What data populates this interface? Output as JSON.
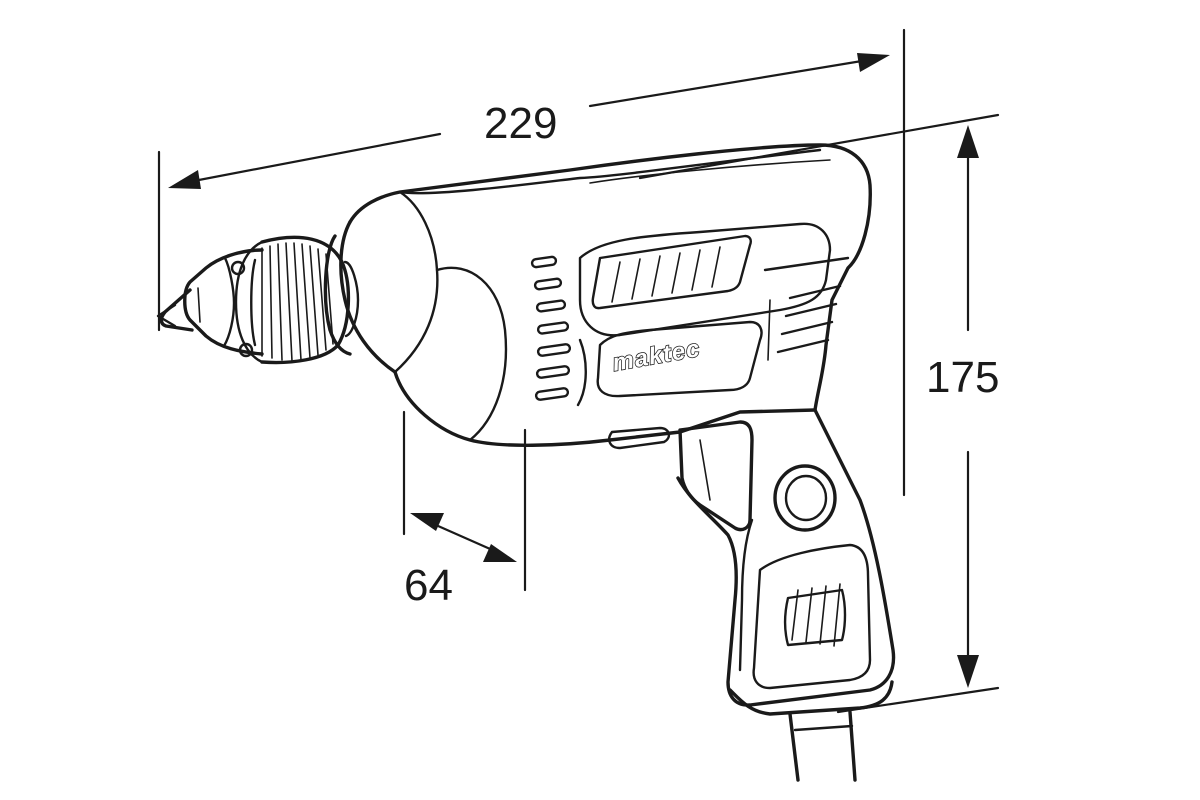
{
  "dimensions": {
    "length": "229",
    "height": "175",
    "chuck_depth": "64"
  },
  "brand": "maktec"
}
